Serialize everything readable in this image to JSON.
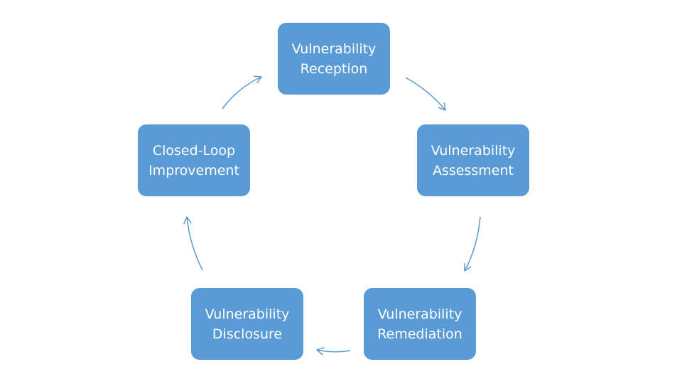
{
  "colors": {
    "node_fill": "#5b9bd5",
    "arrow": "#5b9bd5",
    "text": "#ffffff",
    "background": "#ffffff"
  },
  "nodes": [
    {
      "id": "reception",
      "lines": [
        "Vulnerability",
        "Reception"
      ]
    },
    {
      "id": "assessment",
      "lines": [
        "Vulnerability",
        "Assessment"
      ]
    },
    {
      "id": "remediation",
      "lines": [
        "Vulnerability",
        "Remediation"
      ]
    },
    {
      "id": "disclosure",
      "lines": [
        "Vulnerability",
        "Disclosure"
      ]
    },
    {
      "id": "improvement",
      "lines": [
        "Closed-Loop",
        "Improvement"
      ]
    }
  ],
  "edges": [
    {
      "from": "reception",
      "to": "assessment"
    },
    {
      "from": "assessment",
      "to": "remediation"
    },
    {
      "from": "remediation",
      "to": "disclosure"
    },
    {
      "from": "disclosure",
      "to": "improvement"
    },
    {
      "from": "improvement",
      "to": "reception"
    }
  ]
}
